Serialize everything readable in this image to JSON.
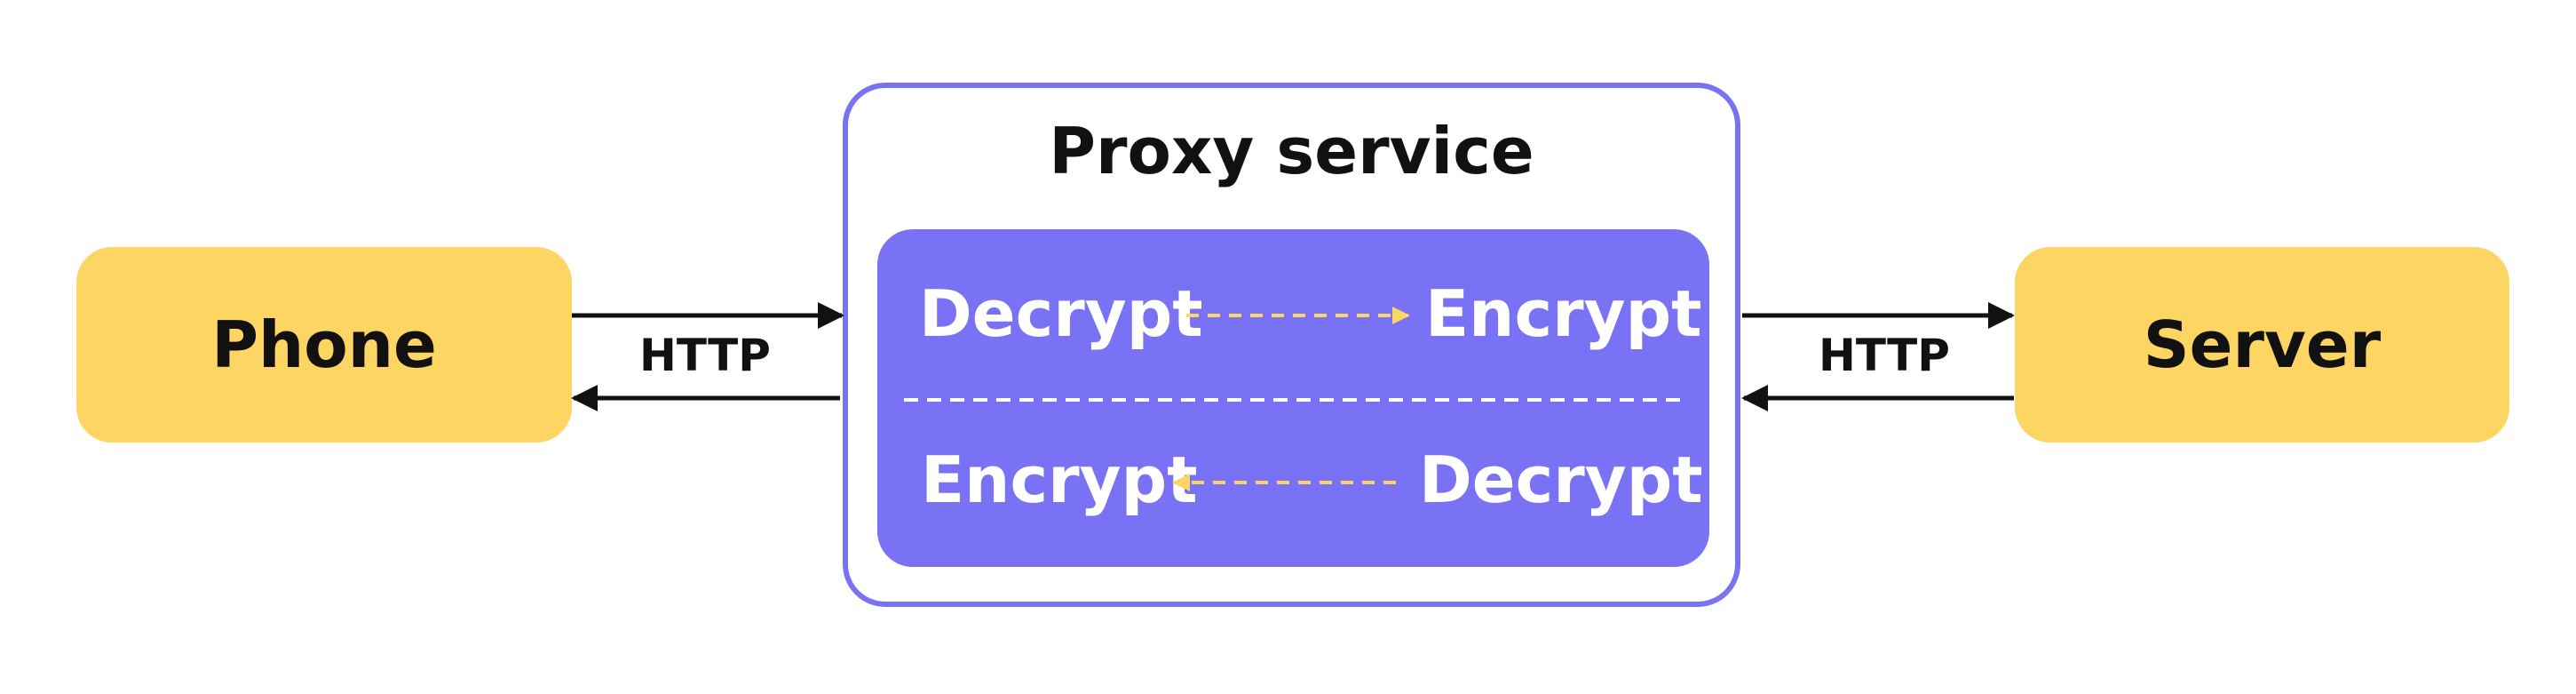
{
  "nodes": {
    "phone": "Phone",
    "server": "Server",
    "proxy_title": "Proxy service"
  },
  "proxy": {
    "top_left": "Decrypt",
    "top_right": "Encrypt",
    "bottom_left": "Encrypt",
    "bottom_right": "Decrypt"
  },
  "links": {
    "left_protocol": "HTTP",
    "right_protocol": "HTTP"
  },
  "colors": {
    "node_fill": "#FDD563",
    "proxy_accent": "#7A72F5",
    "dashed_arrow": "#FDD563",
    "arrow": "#111111"
  }
}
